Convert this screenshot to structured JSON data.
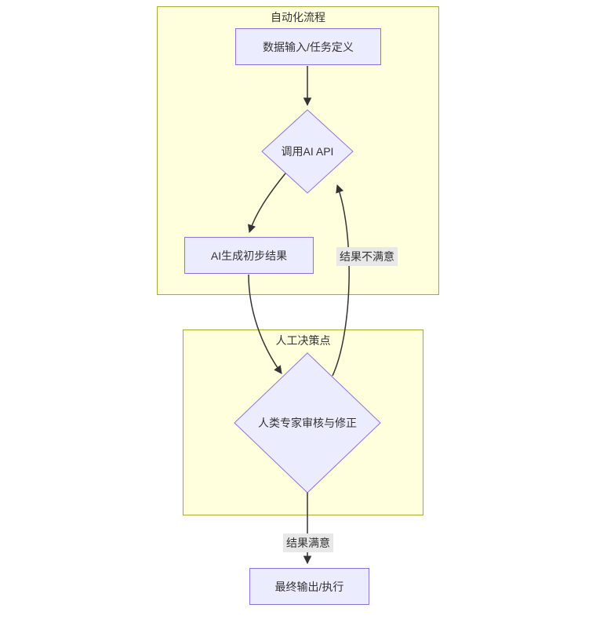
{
  "diagram": {
    "subgraphs": [
      {
        "title": "自动化流程"
      },
      {
        "title": "人工决策点"
      }
    ],
    "nodes": {
      "input": "数据输入/任务定义",
      "api": "调用AI API",
      "draft": "AI生成初步结果",
      "review": "人类专家审核与修正",
      "final": "最终输出/执行"
    },
    "edge_labels": {
      "unsatisfied": "结果不满意",
      "satisfied": "结果满意"
    },
    "colors": {
      "node_fill": "#ECECFF",
      "node_border": "#9370DB",
      "subgraph_fill": "#ffffde",
      "subgraph_border": "#aaaa33",
      "edge": "#333333",
      "edge_label_bg": "#e8e8e8",
      "text": "#333333"
    }
  }
}
